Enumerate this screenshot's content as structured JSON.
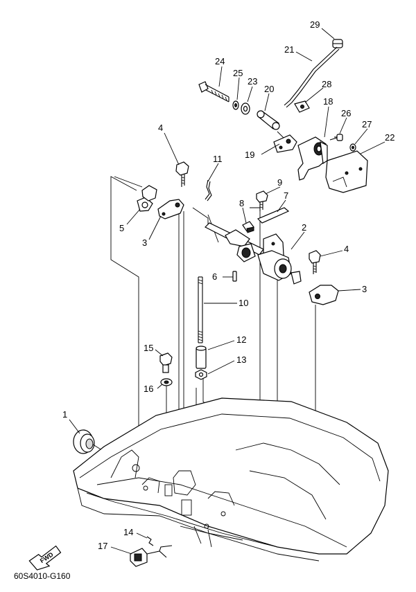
{
  "diagram": {
    "code": "60S4010-G160",
    "fwd_label": "FWD",
    "part_numbers": [
      "1",
      "2",
      "3",
      "3",
      "4",
      "4",
      "5",
      "6",
      "7",
      "8",
      "9",
      "10",
      "11",
      "12",
      "13",
      "14",
      "15",
      "16",
      "17",
      "18",
      "19",
      "20",
      "21",
      "22",
      "23",
      "24",
      "25",
      "26",
      "27",
      "28",
      "29"
    ]
  }
}
